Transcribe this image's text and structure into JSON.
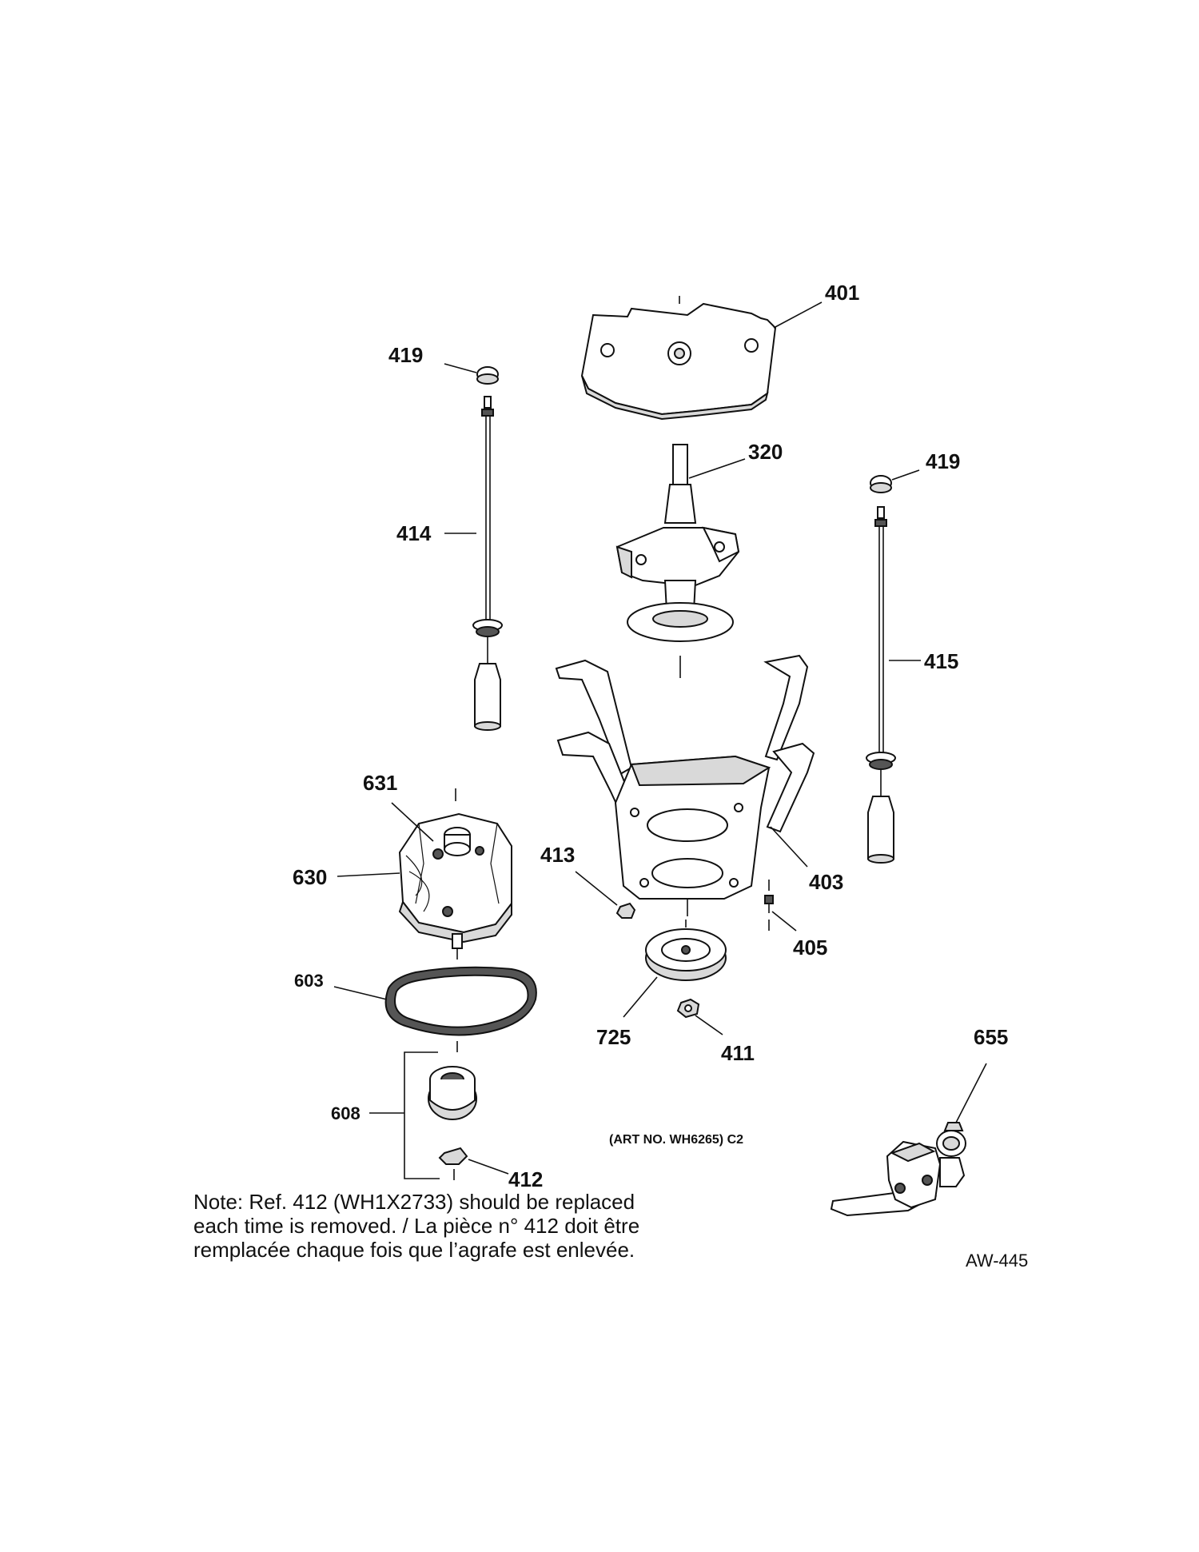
{
  "callouts": {
    "p401": "401",
    "p419_left": "419",
    "p419_right": "419",
    "p320": "320",
    "p414": "414",
    "p415": "415",
    "p631": "631",
    "p630": "630",
    "p413": "413",
    "p403": "403",
    "p405": "405",
    "p603": "603",
    "p725": "725",
    "p411": "411",
    "p608": "608",
    "p412": "412",
    "p655": "655"
  },
  "art_number": "(ART NO. WH6265) C2",
  "note": {
    "line1": "Note: Ref. 412 (WH1X2733) should be replaced",
    "line2": "each time is removed. / La pièce n° 412 doit être",
    "line3": "remplacée chaque fois que l’agrafe est enlevée."
  },
  "drawing_code": "AW-445"
}
